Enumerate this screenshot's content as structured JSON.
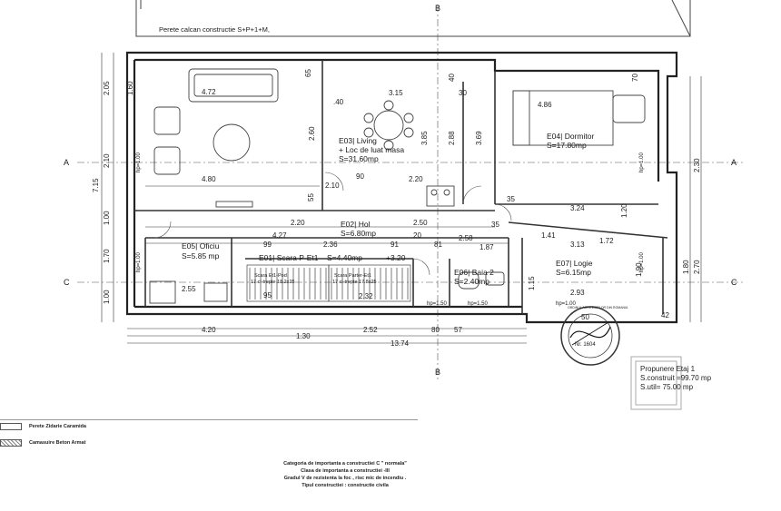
{
  "top_label": "Perete calcan constructie S+P+1+M,",
  "rooms": {
    "living": {
      "name": "E03| Living",
      "sub": "+ Loc de luat masa",
      "area": "S=31.60mp"
    },
    "dormitor": {
      "name": "E04| Dormitor",
      "area": "S=17.80mp"
    },
    "hol": {
      "name": "E02| Hol",
      "area": "S=6.80mp"
    },
    "oficiu": {
      "name": "E05| Oficiu",
      "area": "S=5.85 mp"
    },
    "scara": {
      "name": "E01| Scara P-Et1",
      "area": "S=4.40mp",
      "level": "+3.20"
    },
    "baie": {
      "name": "E06| Baia 2",
      "area": "S=2.40mp"
    },
    "logie": {
      "name": "E07| Logie",
      "area": "S=6.15mp"
    }
  },
  "stairs": {
    "left": {
      "title": "Scara Et1-Pod",
      "steps": "17 cl-trepte 18.2x25"
    },
    "right": {
      "title": "Scara Parter-Et1",
      "steps": "17 cl-trepte 17.8x25"
    }
  },
  "sill_heights": {
    "hp100": "hp=1.00",
    "hp150": "hp=1.50"
  },
  "axes": {
    "A": "A",
    "B": "B",
    "C": "C"
  },
  "dimensions": {
    "d472": "4.72",
    "d480": "4.80",
    "d315": "3.15",
    "d486": "4.86",
    "d324": "3.24",
    "d220a": "2.20",
    "d250": "2.50",
    "d427": "4.27",
    "d236": "2.36",
    "d258": "2.58",
    "d187": "1.87",
    "d141": "1.41",
    "d313": "3.13",
    "d172": "1.72",
    "d293": "2.93",
    "d255": "2.55",
    "d232": "2.32",
    "d420": "4.20",
    "d252": "2.52",
    "d130": "1.30",
    "d1374": "13.74",
    "d715": "7.15",
    "d205": "2.05",
    "d210": "2.10",
    "d170": "1.70",
    "d100": "1.00",
    "d160": "1.60",
    "d260": "2.60",
    "d385": "3.85",
    "d288": "2.88",
    "d369": "3.69",
    "d230": "2.30",
    "d270": "2.70",
    "d190": "1.90",
    "d180": "1.80",
    "d090": "90",
    "d220b": "2.20",
    "d210b": "2.10",
    "d099": "99",
    "d091": "91",
    "d081": "81",
    "d020": "20",
    "d035": "35",
    "d065": "65",
    "d040": "40",
    "d030": "30",
    "d055": "55",
    "d080": "80",
    "d057": "57",
    "d095": "95",
    "d040b": ".40",
    "d115": "1.15",
    "d042": "42",
    "d070": "70",
    "d120": "1.20",
    "d050": "50"
  },
  "legend": [
    {
      "label": "Perete Zidarie Caramida",
      "pattern": "plain"
    },
    {
      "label": "Camasuire Beton Armat",
      "pattern": "hatch"
    }
  ],
  "summary": {
    "title": "Propunere Etaj 1",
    "constructed": "S.construit =99.70 mp",
    "useful": "S.util= 75.00 mp"
  },
  "footer": {
    "line1": "Categoria de importanta a constructiei C \" normala\"",
    "line2": "Clasa de importanta a constructiei -III",
    "line3": "Gradul V de rezistenta la foc , risc mic de incendiu .",
    "line4": "Tipul constructiei : constructie civila"
  },
  "stamp": {
    "ring": "ORDINUL ARHITECTILOR DIN ROMANIA",
    "number": "Nr. 1604"
  }
}
